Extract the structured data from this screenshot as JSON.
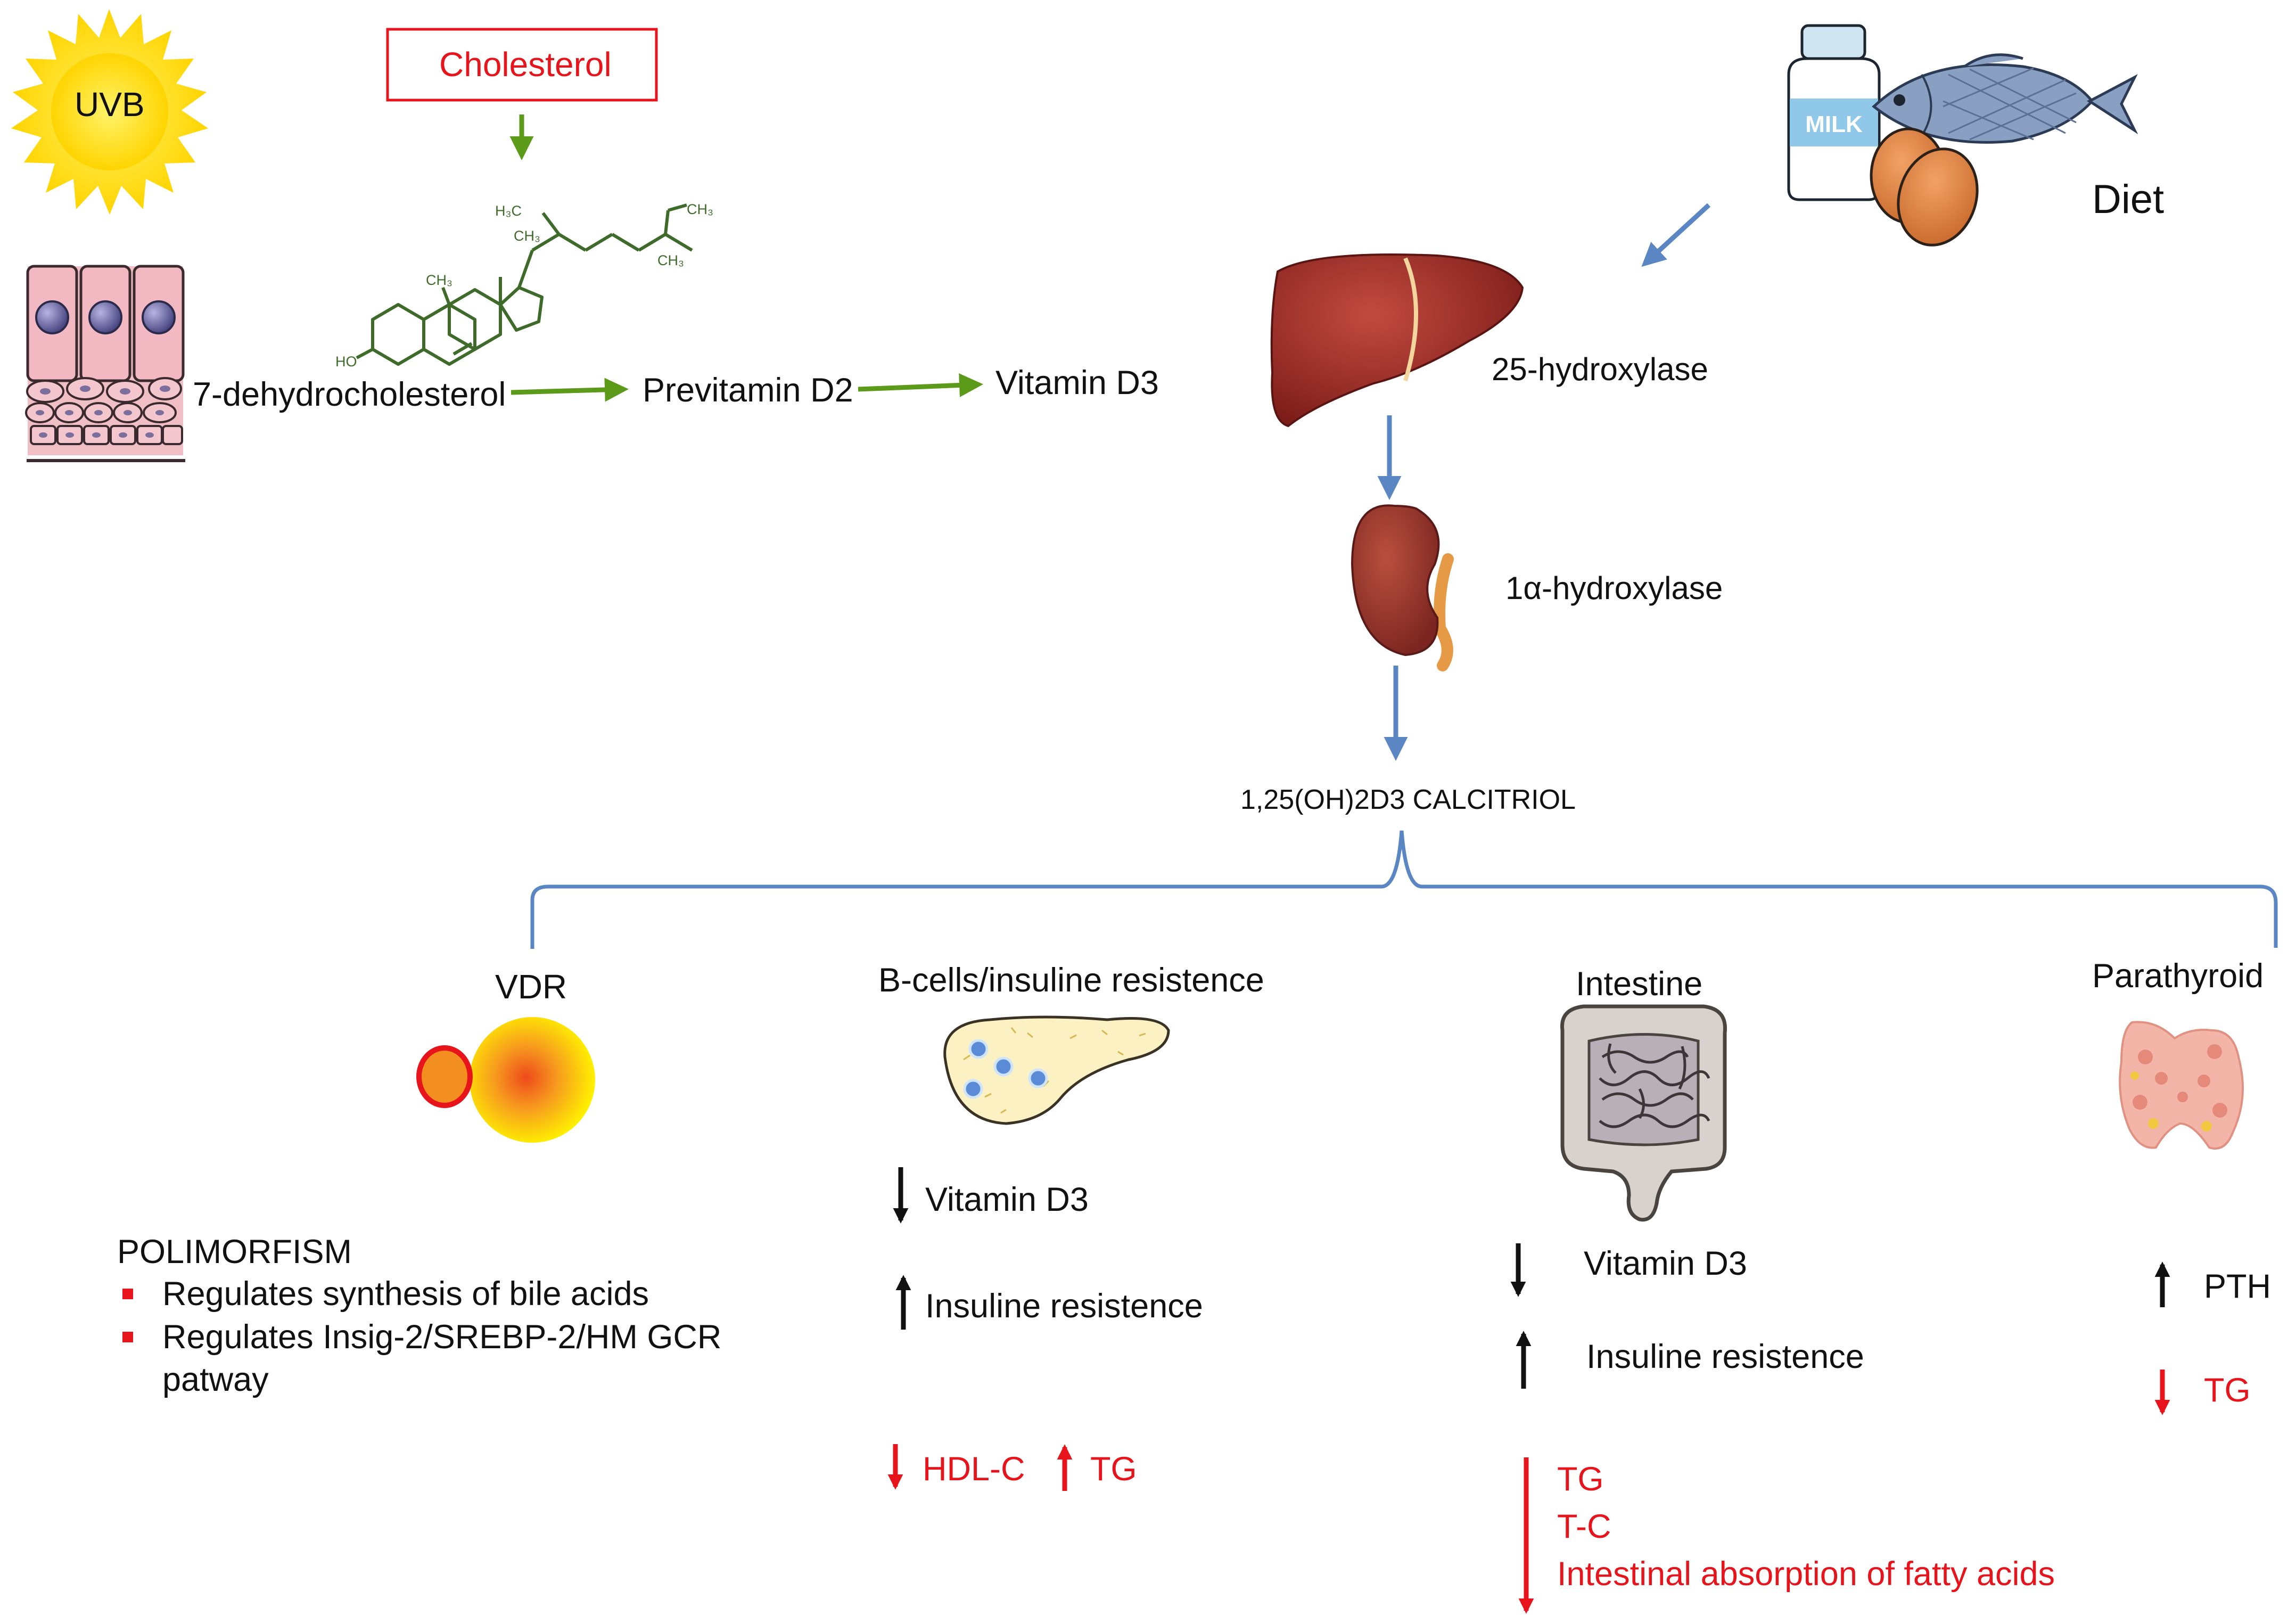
{
  "colors": {
    "pathway_arrow_green": "#5c9a1a",
    "organ_arrow_blue": "#5b86c4",
    "negative_red": "#e8141b",
    "text_black": "#111111",
    "sun_yellow": "#ffe600",
    "liver_red": "#9c2a24"
  },
  "top": {
    "uvb_label": "UVB",
    "cholesterol_label": "Cholesterol",
    "seven_dhc": "7-dehydrocholesterol",
    "previtamin": "Previtamin D2",
    "vitamin_d3": "Vitamin D3",
    "milk_label": "MILK",
    "diet": "Diet",
    "molecule_labels": {
      "h3c": "H₃C",
      "ch3_top": "CH₃",
      "ch3_right": "CH₃",
      "ch3_mid": "CH₃",
      "ch3_ring": "CH₃",
      "ho": "HO"
    }
  },
  "pathway": {
    "liver_enzyme": "25-hydroxylase",
    "kidney_enzyme": "1α-hydroxylase",
    "calcitriol": "1,25(OH)2D3 CALCITRIOL"
  },
  "vdr": {
    "title": "VDR",
    "heading": "POLIMORFISM",
    "bullets": [
      "Regulates synthesis of bile acids",
      "Regulates Insig-2/SREBP-2/HM GCR patway"
    ]
  },
  "bcells": {
    "title": "B-cells/insuline resistence",
    "down_label": "Vitamin D3",
    "up_label": "Insuline resistence",
    "hdl": "HDL-C",
    "tg": "TG"
  },
  "intestine": {
    "title": "Intestine",
    "down_label": "Vitamin D3",
    "up_label": "Insuline resistence",
    "red_lines": [
      "TG",
      "T-C",
      "Intestinal absorption of fatty acids"
    ]
  },
  "parathyroid": {
    "title": "Parathyroid",
    "pth": "PTH",
    "tg": "TG"
  }
}
